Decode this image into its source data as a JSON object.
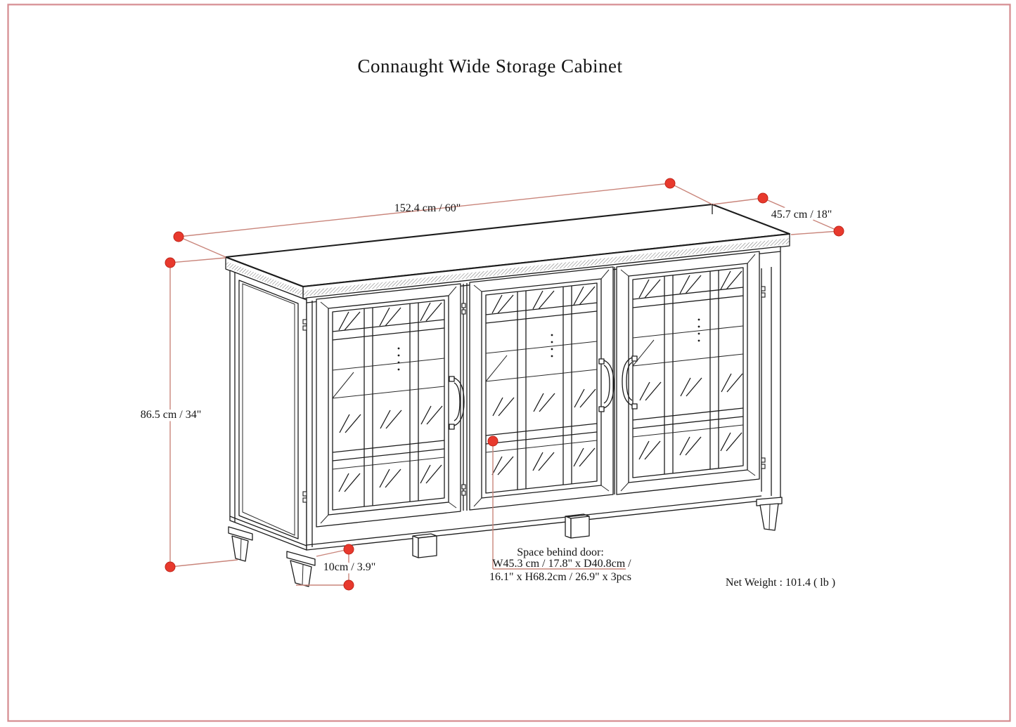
{
  "diagram": {
    "product_name": "Connaught Wide Storage Cabinet",
    "dimensions": {
      "width": "152.4 cm / 60\"",
      "depth": "45.7 cm / 18\"",
      "height": "86.5 cm / 34\"",
      "leg_height": "10cm / 3.9\"",
      "space_behind_door_title": "Space behind door:",
      "space_behind_door_line1": "W45.3 cm / 17.8\" x D40.8cm /",
      "space_behind_door_line2": "16.1\" x H68.2cm / 26.9\" x 3pcs",
      "net_weight": "Net Weight : 101.4 ( lb )"
    },
    "colors": {
      "annotation_line": "#c9857b",
      "annotation_dot": "#e8392d",
      "drawing_line": "#1c1c1c",
      "page_border": "#d58b90"
    }
  }
}
